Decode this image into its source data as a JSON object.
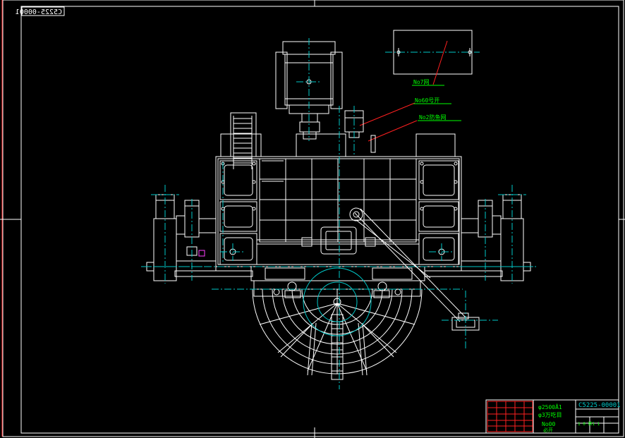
{
  "drawing": {
    "stamp_code": "C5225-00001",
    "callouts": [
      {
        "label": "No7网"
      },
      {
        "label": "No60号开"
      },
      {
        "label": "No2防鱼网"
      }
    ],
    "title_block": {
      "spec_line_1": "φ2500Å1",
      "spec_line_2": "φ3万吃目",
      "drawing_no_label": "No00",
      "drawing_no_sub": "必开",
      "code": "C5225-00001",
      "sheet_info": "1 0  第1 1"
    },
    "colors": {
      "background": "#000000",
      "outline": "#ffffff",
      "centerline": "#00c8c8",
      "leader": "#ff2020",
      "annotation": "#00ff00"
    }
  }
}
